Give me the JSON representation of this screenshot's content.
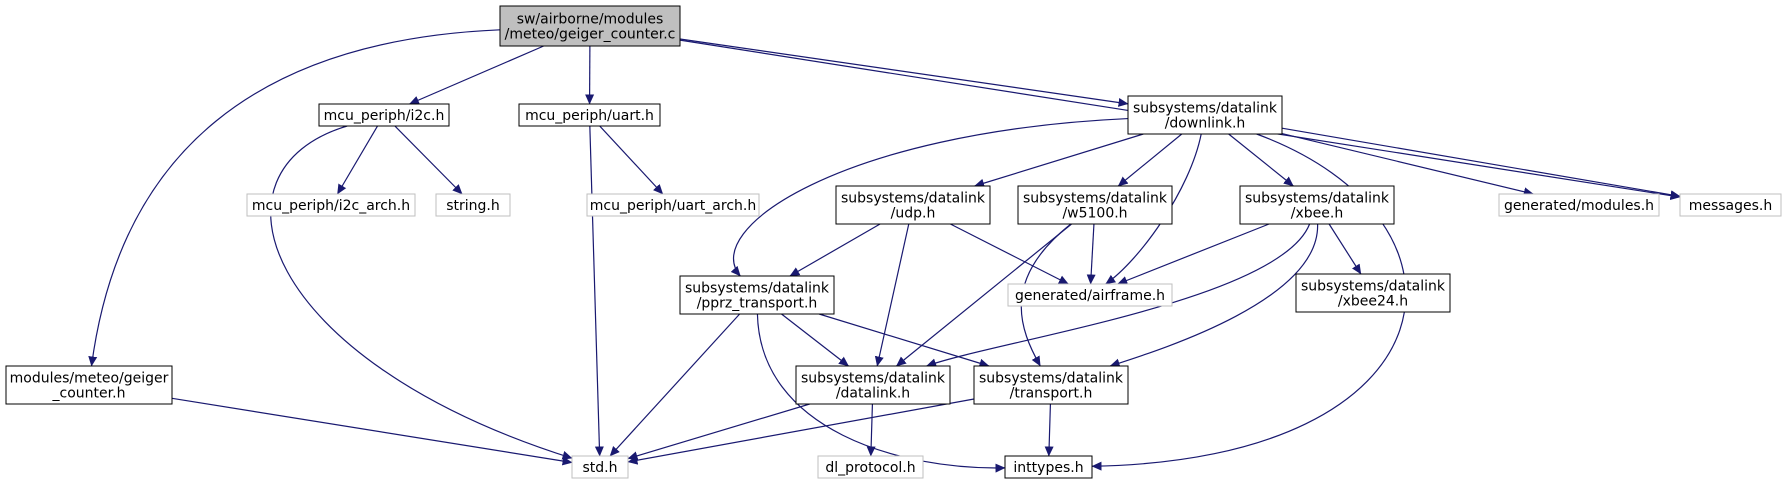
{
  "graph": {
    "colors": {
      "edge": "#191970",
      "border_normal": "#000000",
      "border_missing": "#bfbfbf",
      "fill_root": "#bfbfbf",
      "fill_normal": "#ffffff",
      "text": "#000000"
    },
    "nodes": [
      {
        "id": "root",
        "lines": [
          "sw/airborne/modules",
          "/meteo/geiger_counter.c"
        ],
        "kind": "root"
      },
      {
        "id": "geiger_h",
        "lines": [
          "modules/meteo/geiger",
          "_counter.h"
        ],
        "kind": "normal"
      },
      {
        "id": "i2c",
        "lines": [
          "mcu_periph/i2c.h"
        ],
        "kind": "normal"
      },
      {
        "id": "uart",
        "lines": [
          "mcu_periph/uart.h"
        ],
        "kind": "normal"
      },
      {
        "id": "downlink",
        "lines": [
          "subsystems/datalink",
          "/downlink.h"
        ],
        "kind": "normal"
      },
      {
        "id": "messages",
        "lines": [
          "messages.h"
        ],
        "kind": "missing"
      },
      {
        "id": "i2c_arch",
        "lines": [
          "mcu_periph/i2c_arch.h"
        ],
        "kind": "missing"
      },
      {
        "id": "string",
        "lines": [
          "string.h"
        ],
        "kind": "missing"
      },
      {
        "id": "uart_arch",
        "lines": [
          "mcu_periph/uart_arch.h"
        ],
        "kind": "missing"
      },
      {
        "id": "std",
        "lines": [
          "std.h"
        ],
        "kind": "missing"
      },
      {
        "id": "udp",
        "lines": [
          "subsystems/datalink",
          "/udp.h"
        ],
        "kind": "normal"
      },
      {
        "id": "w5100",
        "lines": [
          "subsystems/datalink",
          "/w5100.h"
        ],
        "kind": "normal"
      },
      {
        "id": "xbee",
        "lines": [
          "subsystems/datalink",
          "/xbee.h"
        ],
        "kind": "normal"
      },
      {
        "id": "gen_modules",
        "lines": [
          "generated/modules.h"
        ],
        "kind": "missing"
      },
      {
        "id": "pprz",
        "lines": [
          "subsystems/datalink",
          "/pprz_transport.h"
        ],
        "kind": "normal"
      },
      {
        "id": "airframe",
        "lines": [
          "generated/airframe.h"
        ],
        "kind": "missing"
      },
      {
        "id": "xbee24",
        "lines": [
          "subsystems/datalink",
          "/xbee24.h"
        ],
        "kind": "normal"
      },
      {
        "id": "datalink",
        "lines": [
          "subsystems/datalink",
          "/datalink.h"
        ],
        "kind": "normal"
      },
      {
        "id": "transport",
        "lines": [
          "subsystems/datalink",
          "/transport.h"
        ],
        "kind": "normal"
      },
      {
        "id": "dl_protocol",
        "lines": [
          "dl_protocol.h"
        ],
        "kind": "missing"
      },
      {
        "id": "inttypes",
        "lines": [
          "inttypes.h"
        ],
        "kind": "normal"
      }
    ],
    "edges": [
      [
        "root",
        "geiger_h"
      ],
      [
        "root",
        "i2c"
      ],
      [
        "root",
        "uart"
      ],
      [
        "root",
        "downlink"
      ],
      [
        "root",
        "messages"
      ],
      [
        "geiger_h",
        "std"
      ],
      [
        "i2c",
        "i2c_arch"
      ],
      [
        "i2c",
        "string"
      ],
      [
        "i2c",
        "std"
      ],
      [
        "uart",
        "uart_arch"
      ],
      [
        "uart",
        "std"
      ],
      [
        "downlink",
        "pprz"
      ],
      [
        "downlink",
        "udp"
      ],
      [
        "downlink",
        "w5100"
      ],
      [
        "downlink",
        "airframe"
      ],
      [
        "downlink",
        "xbee"
      ],
      [
        "downlink",
        "inttypes"
      ],
      [
        "downlink",
        "gen_modules"
      ],
      [
        "downlink",
        "messages"
      ],
      [
        "udp",
        "pprz"
      ],
      [
        "udp",
        "datalink"
      ],
      [
        "udp",
        "airframe"
      ],
      [
        "w5100",
        "airframe"
      ],
      [
        "w5100",
        "datalink"
      ],
      [
        "w5100",
        "transport"
      ],
      [
        "xbee",
        "airframe"
      ],
      [
        "xbee",
        "xbee24"
      ],
      [
        "xbee",
        "datalink"
      ],
      [
        "xbee",
        "transport"
      ],
      [
        "pprz",
        "std"
      ],
      [
        "pprz",
        "inttypes"
      ],
      [
        "pprz",
        "datalink"
      ],
      [
        "pprz",
        "transport"
      ],
      [
        "datalink",
        "std"
      ],
      [
        "datalink",
        "dl_protocol"
      ],
      [
        "transport",
        "std"
      ],
      [
        "transport",
        "inttypes"
      ]
    ]
  }
}
